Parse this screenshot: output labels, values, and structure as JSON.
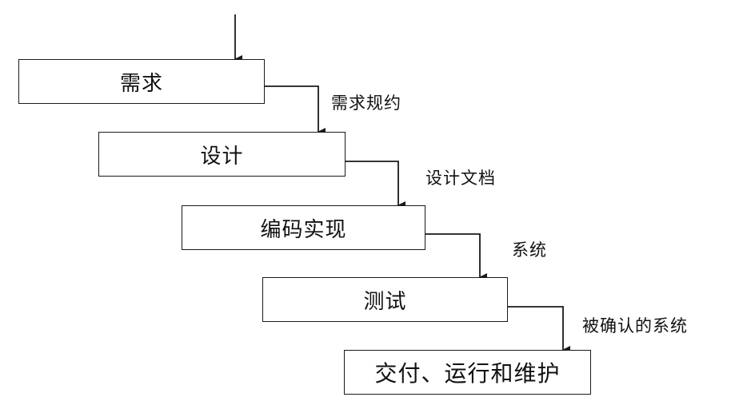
{
  "diagram": {
    "stages": [
      {
        "label": "需求"
      },
      {
        "label": "设计"
      },
      {
        "label": "编码实现"
      },
      {
        "label": "测试"
      },
      {
        "label": "交付、运行和维护"
      }
    ],
    "artifacts": [
      {
        "label": "需求规约"
      },
      {
        "label": "设计文档"
      },
      {
        "label": "系统"
      },
      {
        "label": "被确认的系统"
      }
    ]
  },
  "colors": {
    "line": "#1a1a1a",
    "box_border": "#1a1a1a",
    "text": "#111111",
    "background": "#ffffff"
  }
}
